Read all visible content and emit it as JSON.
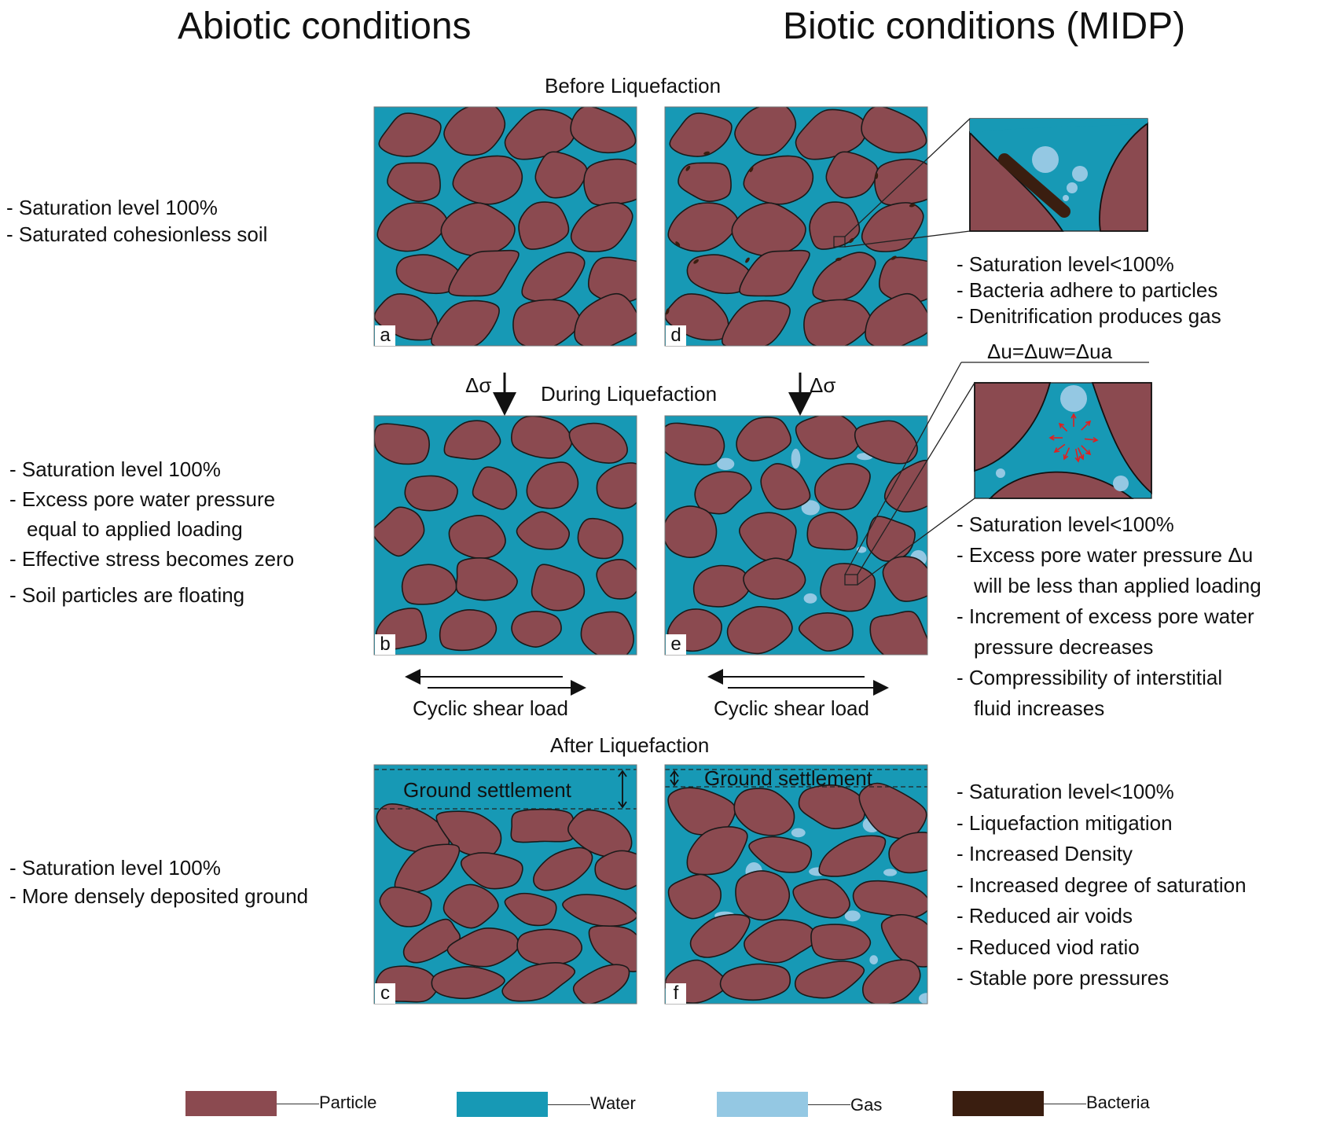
{
  "headers": {
    "abiotic": "Abiotic conditions",
    "biotic": "Biotic conditions (MIDP)"
  },
  "stages": {
    "before": "Before Liquefaction",
    "during": "During Liquefaction",
    "after": "After Liquefaction"
  },
  "panel_labels": [
    "a",
    "b",
    "c",
    "d",
    "e",
    "f"
  ],
  "stress_symbol": "Δσ",
  "cyclic_label": "Cyclic shear load",
  "settlement_label": "Ground settlement",
  "pressure_equation": "Δu=Δuw=Δua",
  "left_notes": {
    "before": [
      "- Saturation level 100%",
      "- Saturated cohesionless soil"
    ],
    "during": [
      "- Saturation level 100%",
      "- Excess pore water pressure",
      "equal to applied loading",
      "- Effective stress becomes zero",
      "- Soil particles are floating"
    ],
    "after": [
      "- Saturation level 100%",
      "- More densely deposited ground"
    ]
  },
  "right_notes": {
    "before": [
      "- Saturation level<100%",
      "- Bacteria adhere to particles",
      "- Denitrification produces gas"
    ],
    "during": [
      "- Saturation level<100%",
      "- Excess pore water pressure Δu",
      "will be less than applied loading",
      "- Increment of excess pore water",
      "pressure decreases",
      "- Compressibility of interstitial",
      "fluid increases"
    ],
    "after": [
      "- Saturation level<100%",
      "- Liquefaction mitigation",
      "- Increased Density",
      "- Increased degree of saturation",
      "- Reduced air voids",
      "- Reduced viod ratio",
      "- Stable pore pressures"
    ]
  },
  "legend": [
    {
      "label": "Particle",
      "color": "#8b4a50"
    },
    {
      "label": "Water",
      "color": "#1799b5"
    },
    {
      "label": "Gas",
      "color": "#94c8e3"
    },
    {
      "label": "Bacteria",
      "color": "#3a1e10"
    }
  ],
  "colors": {
    "particle": "#8b4a50",
    "water": "#1799b5",
    "gas": "#94c8e3",
    "bacteria": "#3a1e10",
    "pressure_arrow": "#e02020"
  }
}
